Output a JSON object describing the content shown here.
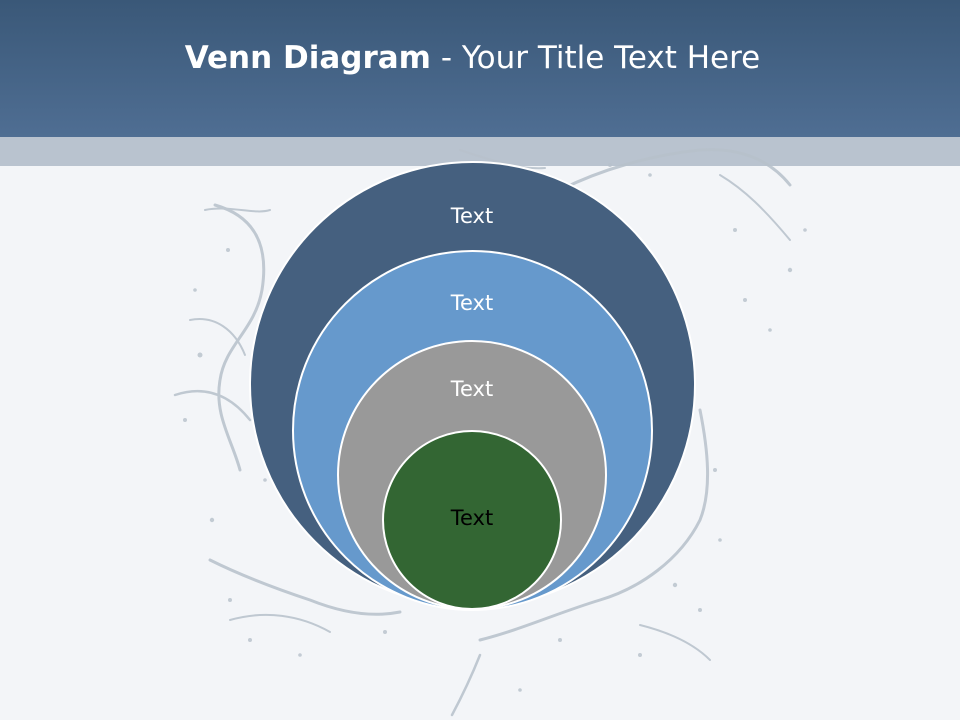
{
  "header": {
    "title_bold": "Venn Diagram",
    "title_rest": " - Your Title Text Here"
  },
  "colors": {
    "header_top": "#3a5878",
    "header_bottom": "#4f6e93",
    "band": "#b9c3cf",
    "background": "#f3f5f8",
    "outline": "#ffffff"
  },
  "venn": {
    "circles": [
      {
        "label": "Text",
        "fill": "#45607f",
        "text_color": "#ffffff"
      },
      {
        "label": "Text",
        "fill": "#6699cc",
        "text_color": "#ffffff"
      },
      {
        "label": "Text",
        "fill": "#999999",
        "text_color": "#ffffff"
      },
      {
        "label": "Text",
        "fill": "#336633",
        "text_color": "#000000"
      }
    ]
  }
}
